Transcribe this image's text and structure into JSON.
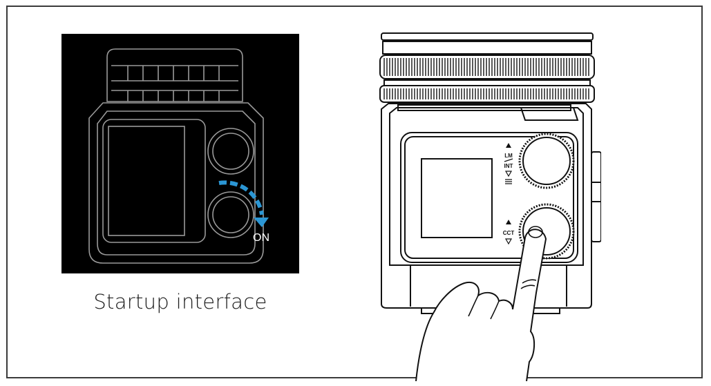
{
  "startup_interface": {
    "on_label": "ON",
    "caption": "Startup interface",
    "arrow_color": "#2b96d4"
  },
  "device": {
    "upper_dial_top_label": "LM",
    "upper_dial_bottom_label": "INT",
    "lower_dial_label": "CCT"
  }
}
